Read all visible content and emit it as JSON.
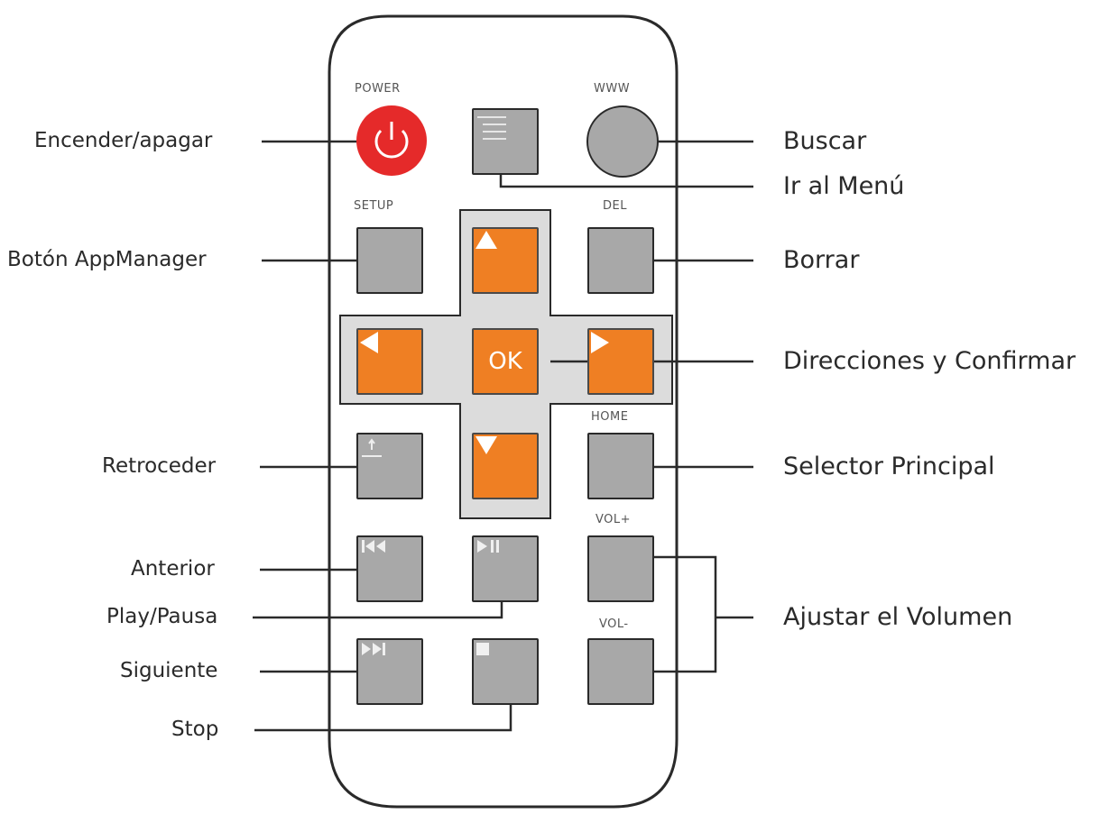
{
  "remote": {
    "top_labels": {
      "power": "POWER",
      "www": "WWW",
      "setup": "SETUP",
      "del": "DEL",
      "home": "HOME",
      "vol_up": "VOL+",
      "vol_down": "VOL-"
    },
    "ok_label": "OK"
  },
  "callouts": {
    "left": {
      "power": "Encender/apagar",
      "appmanager": "Botón AppManager",
      "back": "Retroceder",
      "previous": "Anterior",
      "play_pause": "Play/Pausa",
      "next": "Siguiente",
      "stop": "Stop"
    },
    "right": {
      "search": "Buscar",
      "menu": "Ir al Menú",
      "delete": "Borrar",
      "directions": "Direcciones y Confirmar",
      "home": "Selector Principal",
      "volume": "Ajustar el Volumen"
    }
  },
  "colors": {
    "power": "#e52a2a",
    "arrows": "#ef7f23",
    "buttons": "#a8a8a8",
    "dpad_panel": "#dcdcdc",
    "outline": "#2a2a2a"
  },
  "icons": {
    "power": "power-icon",
    "menu": "menu-icon",
    "up": "arrow-up-icon",
    "down": "arrow-down-icon",
    "left": "arrow-left-icon",
    "right": "arrow-right-icon",
    "back": "back-icon",
    "previous": "previous-icon",
    "play_pause": "play-pause-icon",
    "next": "next-icon",
    "stop": "stop-icon"
  }
}
